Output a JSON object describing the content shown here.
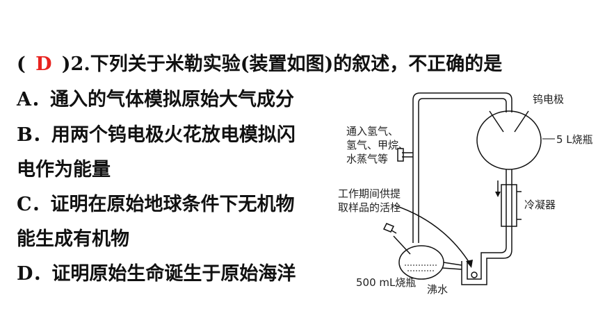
{
  "question": {
    "open_paren": "(",
    "answer": "D",
    "stem": ")2.下列关于米勒实验(装置如图)的叙述，不正确的是"
  },
  "options": [
    {
      "line1": "A．通入的气体模拟原始大气成分",
      "line2": ""
    },
    {
      "line1": "B．用两个钨电极火花放电模拟闪",
      "line2": "电作为能量"
    },
    {
      "line1": "C．证明在原始地球条件下无机物",
      "line2": "能生成有机物"
    },
    {
      "line1": "D．证明原始生命诞生于原始海洋",
      "line2": ""
    }
  ],
  "diagram": {
    "labels": {
      "electrode": "钨电极",
      "gas_1": "通入氢气、",
      "gas_2": "氢气、甲烷、",
      "gas_3": "水蒸气等",
      "flask_5l": "5 L烧瓶",
      "valve_1": "工作期间供提",
      "valve_2": "取样品的活栓",
      "condenser": "冷凝器",
      "flask_500ml": "500 mL烧瓶",
      "boiling_water": "沸水"
    }
  },
  "colors": {
    "answer": "#e8231f",
    "text": "#111111"
  }
}
